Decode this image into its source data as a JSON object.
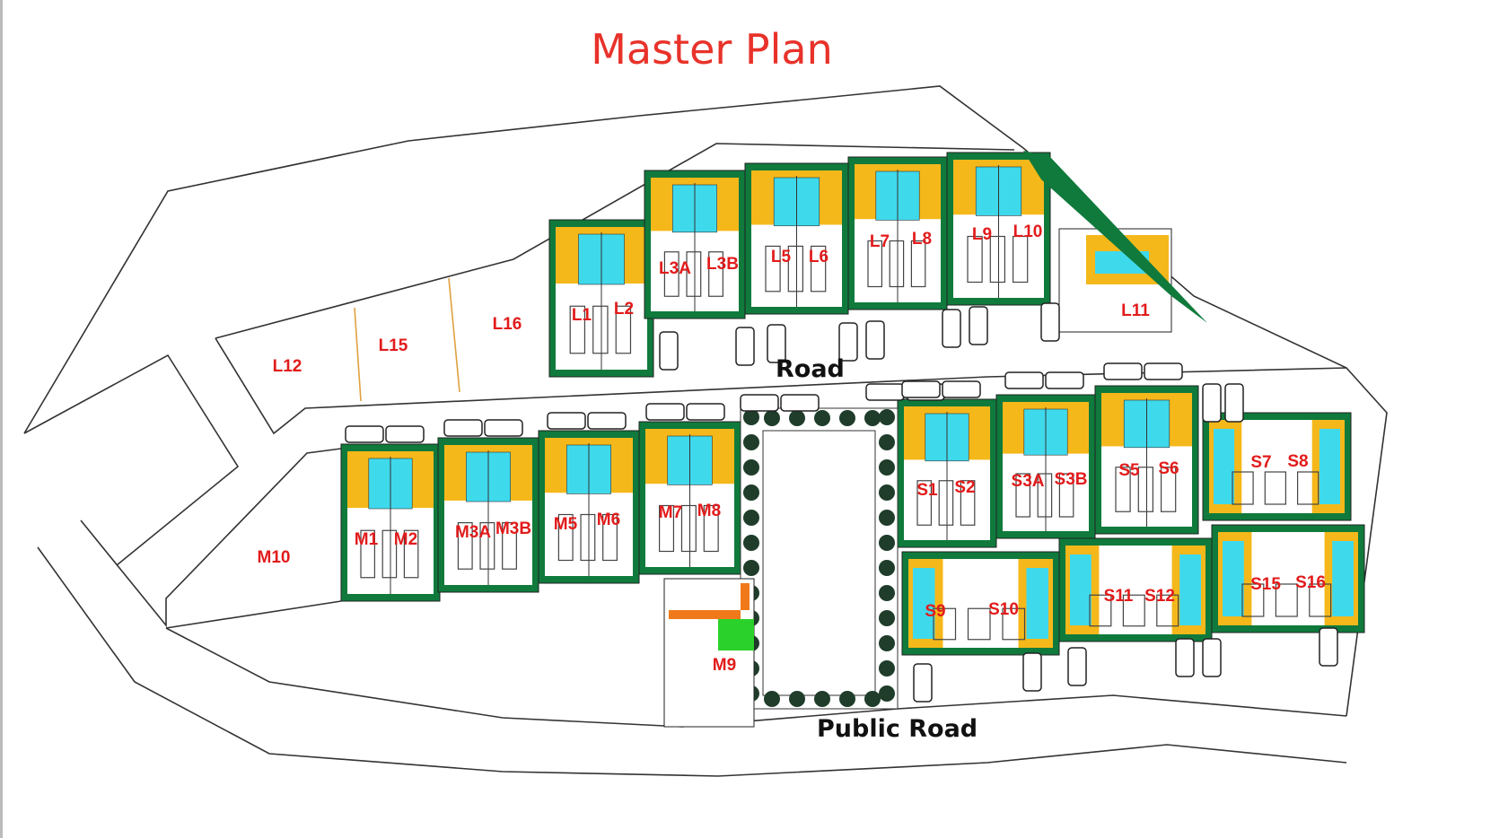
{
  "title": "Master Plan",
  "roads": {
    "internal": "Road",
    "public": "Public Road"
  },
  "lots": {
    "upper": [
      "L1",
      "L2",
      "L3A",
      "L3B",
      "L5",
      "L6",
      "L7",
      "L8",
      "L9",
      "L10",
      "L11"
    ],
    "empty": [
      "L12",
      "L15",
      "L16",
      "M10"
    ],
    "middle": [
      "M1",
      "M2",
      "M3A",
      "M3B",
      "M5",
      "M6",
      "M7",
      "M8",
      "M9"
    ],
    "south": [
      "S1",
      "S2",
      "S3A",
      "S3B",
      "S5",
      "S6",
      "S7",
      "S8",
      "S9",
      "S10",
      "S11",
      "S12",
      "S15",
      "S16"
    ]
  },
  "colors": {
    "title": "#e8322a",
    "lot_label": "#e21b1b",
    "garden": "#0f7a3c",
    "terrace": "#f5b81a",
    "pool": "#3fd9ec",
    "lawn": "#2bd12b",
    "roof": "#f07a1a"
  }
}
